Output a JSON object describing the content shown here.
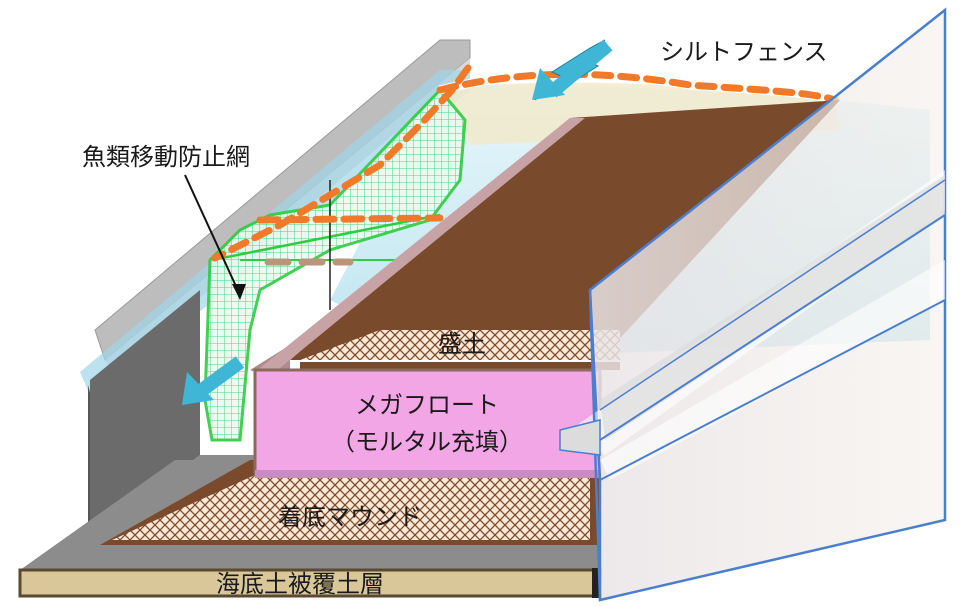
{
  "labels": {
    "silt_fence": "シルトフェンス",
    "fish_net": "魚類移動防止網",
    "embankment": "盛土",
    "megafloat_line1": "メガフロート",
    "megafloat_line2": "（モルタル充填）",
    "mound": "着底マウンド",
    "seabed_layer": "海底土被覆土層"
  },
  "colors": {
    "embankment_brown": "#7a4a2c",
    "megafloat_pink": "#f2a6e6",
    "water_blue": "#8fd3e6",
    "net_green": "#2ecc40",
    "fence_orange": "#f07a2a",
    "arrow_cyan": "#3fb6d6",
    "seabed_tan": "#d9c79a",
    "side_panel_blue": "#4a7fd0"
  }
}
